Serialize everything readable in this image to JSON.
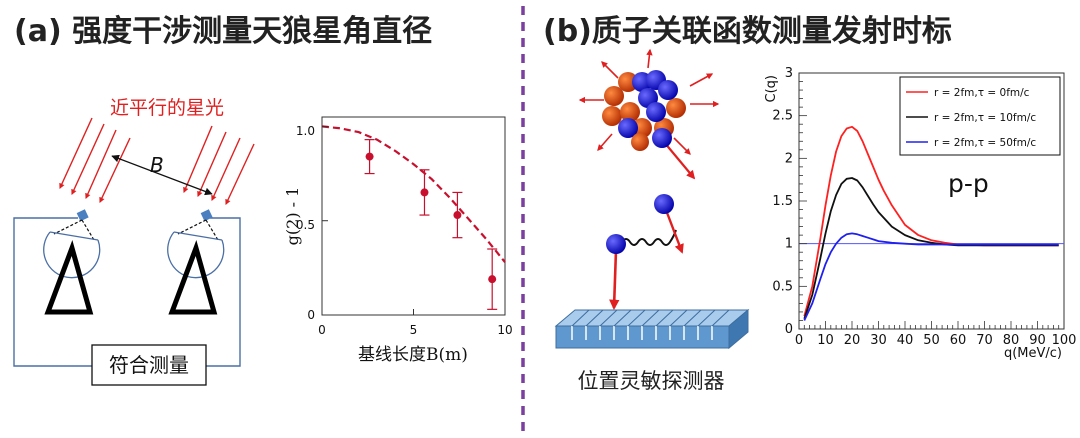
{
  "panel_a": {
    "title": "(a) 强度干涉测量天狼星角直径",
    "starlight_label": "近平行的星光",
    "baseline_symbol": "B",
    "coincidence_label": "符合测量",
    "chart_data": {
      "type": "scatter",
      "x": [
        2.6,
        5.6,
        7.4,
        9.3
      ],
      "y": [
        0.84,
        0.65,
        0.53,
        0.19
      ],
      "yerr": [
        0.09,
        0.12,
        0.12,
        0.16
      ],
      "fit_curve": {
        "style": "dashed",
        "x": [
          0,
          1,
          2,
          3,
          4,
          5,
          6,
          7,
          8,
          9,
          10
        ],
        "y": [
          1.0,
          0.99,
          0.97,
          0.93,
          0.87,
          0.8,
          0.72,
          0.62,
          0.51,
          0.4,
          0.28
        ]
      },
      "xlabel": "基线长度B(m)",
      "ylabel": "g(2) - 1",
      "xlim": [
        0,
        10
      ],
      "ylim": [
        0,
        1.05
      ],
      "xticks": [
        "0",
        "5",
        "10"
      ],
      "yticks": [
        "0",
        "0.5",
        "1.0"
      ],
      "grid": false,
      "colors": {
        "points": "#c8102e",
        "fit": "#c8102e"
      }
    }
  },
  "panel_b": {
    "title": "(b)质子关联函数测量发射时标",
    "detector_label": "位置灵敏探测器",
    "chart_data": {
      "type": "line",
      "title": "",
      "annotation": "p-p",
      "xlabel": "q(MeV/c)",
      "ylabel": "C(q)",
      "xlim": [
        0,
        100
      ],
      "ylim": [
        0,
        3
      ],
      "xticks": [
        "0",
        "10",
        "20",
        "30",
        "40",
        "50",
        "60",
        "70",
        "80",
        "90",
        "100"
      ],
      "yticks": [
        "0",
        "0.5",
        "1",
        "1.5",
        "2",
        "2.5",
        "3"
      ],
      "reference_line": {
        "y": 1,
        "color": "#5555ff"
      },
      "legend_position": "top-right",
      "grid": false,
      "series": [
        {
          "name": "r = 2fm,τ = 0fm/c",
          "color": "#ff2020",
          "x": [
            2,
            5,
            8,
            10,
            12,
            14,
            16,
            18,
            20,
            22,
            24,
            26,
            28,
            30,
            32,
            35,
            40,
            45,
            50,
            55,
            60,
            70,
            80,
            90,
            98
          ],
          "y": [
            0.15,
            0.5,
            1.05,
            1.45,
            1.8,
            2.08,
            2.26,
            2.35,
            2.37,
            2.32,
            2.2,
            2.05,
            1.9,
            1.75,
            1.62,
            1.45,
            1.22,
            1.1,
            1.04,
            1.01,
            0.99,
            0.98,
            0.98,
            0.98,
            0.98
          ]
        },
        {
          "name": "r = 2fm,τ = 10fm/c",
          "color": "#111111",
          "x": [
            2,
            5,
            8,
            10,
            12,
            14,
            16,
            18,
            20,
            22,
            24,
            26,
            28,
            30,
            35,
            40,
            45,
            50,
            55,
            60,
            70,
            80,
            90,
            98
          ],
          "y": [
            0.12,
            0.4,
            0.82,
            1.12,
            1.38,
            1.57,
            1.7,
            1.76,
            1.77,
            1.74,
            1.66,
            1.56,
            1.46,
            1.37,
            1.2,
            1.1,
            1.04,
            1.01,
            0.99,
            0.98,
            0.98,
            0.98,
            0.98,
            0.98
          ]
        },
        {
          "name": "r = 2fm,τ = 50fm/c",
          "color": "#2020ee",
          "x": [
            2,
            5,
            8,
            10,
            12,
            14,
            16,
            18,
            20,
            22,
            24,
            26,
            28,
            30,
            35,
            40,
            45,
            50,
            55,
            60,
            70,
            80,
            90,
            98
          ],
          "y": [
            0.1,
            0.3,
            0.58,
            0.76,
            0.9,
            1.0,
            1.07,
            1.11,
            1.12,
            1.11,
            1.09,
            1.07,
            1.05,
            1.03,
            1.01,
            1.0,
            0.99,
            0.99,
            0.99,
            0.99,
            0.99,
            0.99,
            0.99,
            0.99
          ]
        }
      ]
    }
  },
  "colors": {
    "divider": "#7b3fa0",
    "star_rays": "#e02020",
    "detector_blue": "#4a7fc0",
    "proton_red": "#d84010",
    "proton_blue": "#1010cc"
  }
}
